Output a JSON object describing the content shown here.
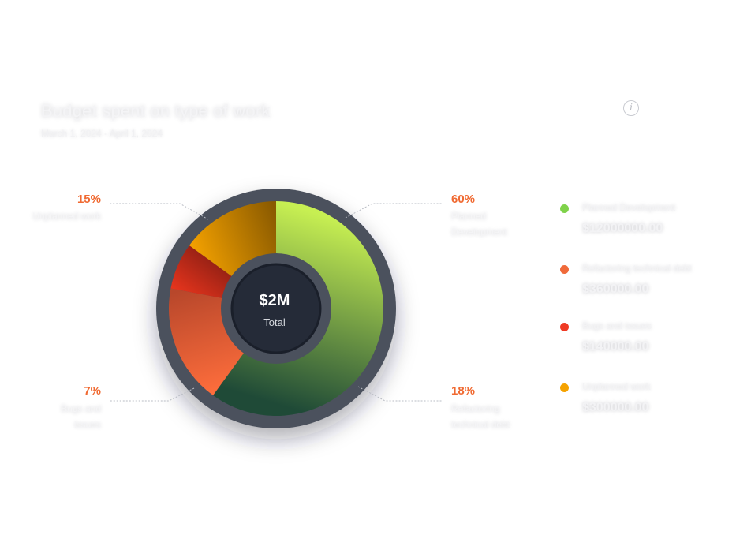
{
  "header": {
    "title": "Budget spent on type of work",
    "subtitle": "March 1, 2024 - April 1, 2024"
  },
  "icons": {
    "info": "info-icon"
  },
  "chart_data": {
    "type": "pie",
    "center": {
      "value": "$2M",
      "label": "Total"
    },
    "slices": [
      {
        "name": "Planned Development",
        "percent": 60,
        "value": "$12000000.00",
        "color": "#7fd24a",
        "gradient": [
          "#c7ef52",
          "#1f4a37"
        ]
      },
      {
        "name": "Refactoring technical debt",
        "percent": 18,
        "value": "$360000.00",
        "color": "#f06a3a",
        "gradient": [
          "#ff6e3c",
          "#b8472b"
        ]
      },
      {
        "name": "Bugs and issues",
        "percent": 7,
        "value": "$140000.00",
        "color": "#ef3a24",
        "gradient": [
          "#e8351d",
          "#9b2215"
        ]
      },
      {
        "name": "Unplanned work",
        "percent": 15,
        "value": "$300000.00",
        "color": "#f5a200",
        "gradient": [
          "#f5a200",
          "#8a5a00"
        ]
      }
    ]
  },
  "callouts": [
    {
      "percent_label": "60%",
      "label_lines": [
        "Planned",
        "Development"
      ]
    },
    {
      "percent_label": "18%",
      "label_lines": [
        "Refactoring",
        "technical debt"
      ]
    },
    {
      "percent_label": "7%",
      "label_lines": [
        "Bugs and",
        "issues"
      ]
    },
    {
      "percent_label": "15%",
      "label_lines": [
        "Unplanned work"
      ]
    }
  ]
}
